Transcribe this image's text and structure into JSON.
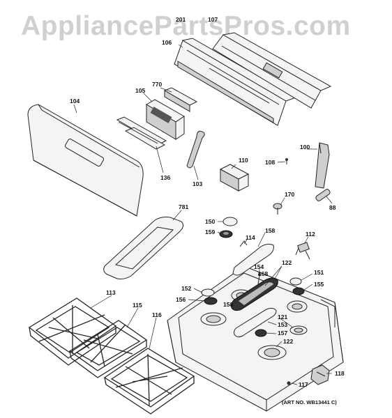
{
  "watermark": "AppliancePartsPros.com",
  "art_number": "(ART NO. WB13441 C)",
  "callouts": {
    "c104": "104",
    "c105": "105",
    "c106": "106",
    "c770": "770",
    "c136": "136",
    "c103": "103",
    "c110": "110",
    "c108": "108",
    "c100": "100",
    "c170": "170",
    "c88": "88",
    "c781": "781",
    "c150": "150",
    "c159": "159",
    "c158a": "158",
    "c114": "114",
    "c112": "112",
    "c154": "154",
    "c168": "168",
    "c122a": "122",
    "c151": "151",
    "c155": "155",
    "c152": "152",
    "c156": "156",
    "c158b": "158",
    "c121": "121",
    "c153": "153",
    "c157": "157",
    "c122b": "122",
    "c113": "113",
    "c115": "115",
    "c116": "116",
    "c118": "118",
    "c117": "117",
    "c201": "201",
    "c107": "107"
  }
}
